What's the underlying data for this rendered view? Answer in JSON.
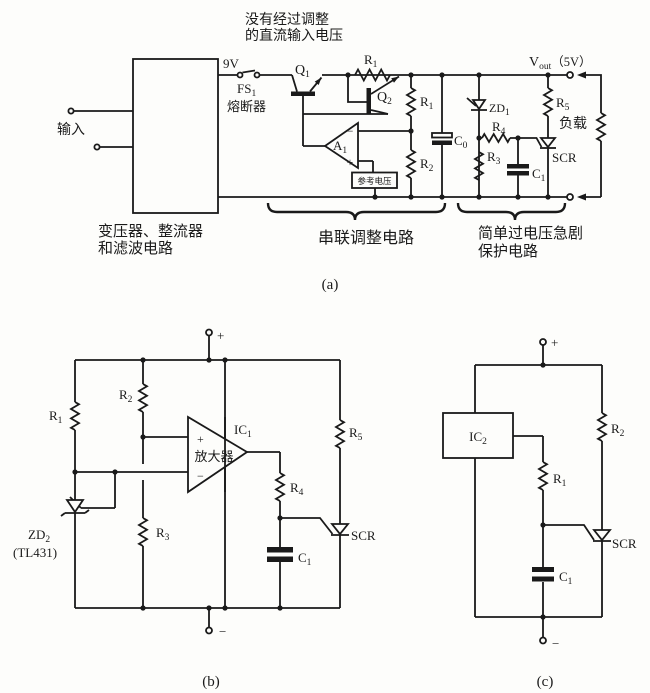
{
  "colors": {
    "paper": "#fdfdfb",
    "ink": "#1a1a1a"
  },
  "a": {
    "note1": "没有经过调整",
    "note2": "的直流输入电压",
    "input_label": "输入",
    "box_line1": "变压器、整流器",
    "box_line2": "和滤波电路",
    "v9": "9V",
    "fs": {
      "m": "FS",
      "s": "1"
    },
    "fuse_name": "熔断器",
    "q1": {
      "m": "Q",
      "s": "1"
    },
    "q2": {
      "m": "Q",
      "s": "2"
    },
    "r1_top": {
      "m": "R",
      "s": "1"
    },
    "r1_vert": {
      "m": "R",
      "s": "1"
    },
    "r2": {
      "m": "R",
      "s": "2"
    },
    "c0": {
      "m": "C",
      "s": "0"
    },
    "a1": {
      "m": "A",
      "s": "1"
    },
    "amp_minus": "−",
    "amp_plus": "+",
    "refbox": "参考电压",
    "zd1": {
      "m": "ZD",
      "s": "1"
    },
    "r4": {
      "m": "R",
      "s": "4"
    },
    "r3": {
      "m": "R",
      "s": "3"
    },
    "c1": {
      "m": "C",
      "s": "1"
    },
    "r5": {
      "m": "R",
      "s": "5"
    },
    "scr": "SCR",
    "load": "负载",
    "vout": {
      "m": "V",
      "s": "out",
      "suffix": "（5V）"
    },
    "brace1_label": "串联调整电路",
    "brace2_line1": "简单过电压急剧",
    "brace2_line2": "保护电路",
    "caption": "(a)"
  },
  "b": {
    "plus": "+",
    "minus": "−",
    "r1": {
      "m": "R",
      "s": "1"
    },
    "r2": {
      "m": "R",
      "s": "2"
    },
    "r3": {
      "m": "R",
      "s": "3"
    },
    "r4": {
      "m": "R",
      "s": "4"
    },
    "r5": {
      "m": "R",
      "s": "5"
    },
    "zd2": {
      "m": "ZD",
      "s": "2"
    },
    "zd2_part": "(TL431)",
    "ic1": {
      "m": "IC",
      "s": "1"
    },
    "amp_name": "放大器",
    "amp_plus": "+",
    "amp_minus": "−",
    "c1": {
      "m": "C",
      "s": "1"
    },
    "scr": "SCR",
    "caption": "(b)"
  },
  "c": {
    "plus": "+",
    "minus": "−",
    "ic2": {
      "m": "IC",
      "s": "2"
    },
    "r1": {
      "m": "R",
      "s": "1"
    },
    "r2": {
      "m": "R",
      "s": "2"
    },
    "c1": {
      "m": "C",
      "s": "1"
    },
    "scr": "SCR",
    "caption": "(c)"
  }
}
